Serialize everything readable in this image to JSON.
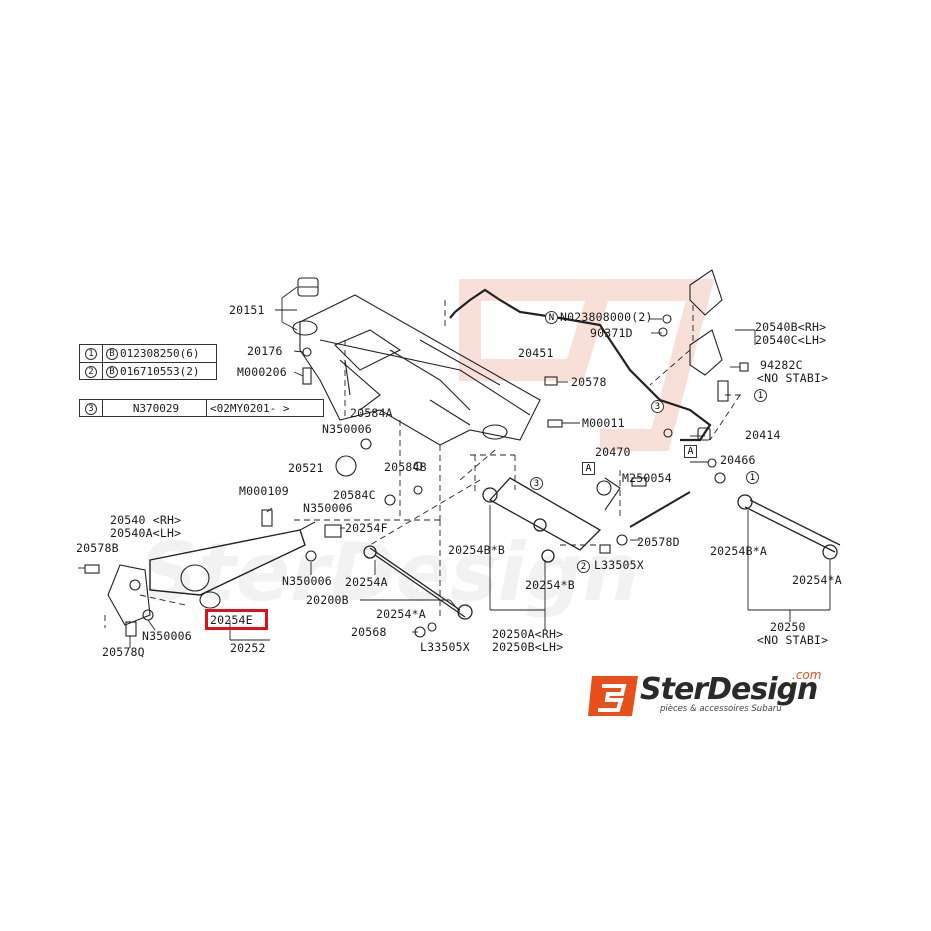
{
  "labels": {
    "p20151": "20151",
    "p20176": "20176",
    "pM000206": "M000206",
    "p20451": "20451",
    "pN023808000": "N023808000(2)",
    "p90371D": "90371D",
    "p20540B": "20540B<RH>",
    "p20540C": "20540C<LH>",
    "p94282C": "94282C",
    "pNoStabi1": "<NO STABI>",
    "p20578": "20578",
    "p20584A": "20584A",
    "pN350006a": "N350006",
    "pM00011": "M00011",
    "p20414": "20414",
    "p20521": "20521",
    "p20584B": "20584B",
    "p20470": "20470",
    "p20466": "20466",
    "pM250054": "M250054",
    "pM000109": "M000109",
    "p20584C": "20584C",
    "pN350006b": "N350006",
    "p20254F": "20254F",
    "p20540RH": "20540 <RH>",
    "p20540ALH": "20540A<LH>",
    "p20578B": "20578B",
    "p20254BB": "20254B*B",
    "p20578D": "20578D",
    "p20254BA": "20254B*A",
    "pL33505Xa": "L33505X",
    "p20254StarB": "20254*B",
    "pN350006c": "N350006",
    "p20254A": "20254A",
    "p20200B": "20200B",
    "p20254StarA": "20254*A",
    "p20254StarA2": "20254*A",
    "pN350006d": "N350006",
    "p20254E": "20254E",
    "p20568": "20568",
    "pL33505Xb": "L33505X",
    "p20250ARH": "20250A<RH>",
    "p20250BLH": "20250B<LH>",
    "p20250": "20250",
    "pNoStabi2": "<NO STABI>",
    "p20578Q": "20578Q",
    "p20252": "20252"
  },
  "legend": {
    "row1_num": "1",
    "row1_b": "B",
    "row1_text": "012308250(6)",
    "row2_num": "2",
    "row2_b": "B",
    "row2_text": "016710553(2)",
    "row3_num": "3",
    "row3_code": "N370029",
    "row3_text": "<02MY0201-      >"
  },
  "callouts": {
    "one": "1",
    "two": "2",
    "three": "3",
    "boxA": "A",
    "n": "N"
  },
  "logo": {
    "brand": "SterDesign",
    "com": ".com",
    "tagline": "pièces & accessoires Subaru",
    "mark": "S"
  },
  "colors": {
    "highlight": "#e0101a",
    "logoOrange": "#e8501a",
    "line": "#222222",
    "watermark": "#f7d9cf"
  }
}
